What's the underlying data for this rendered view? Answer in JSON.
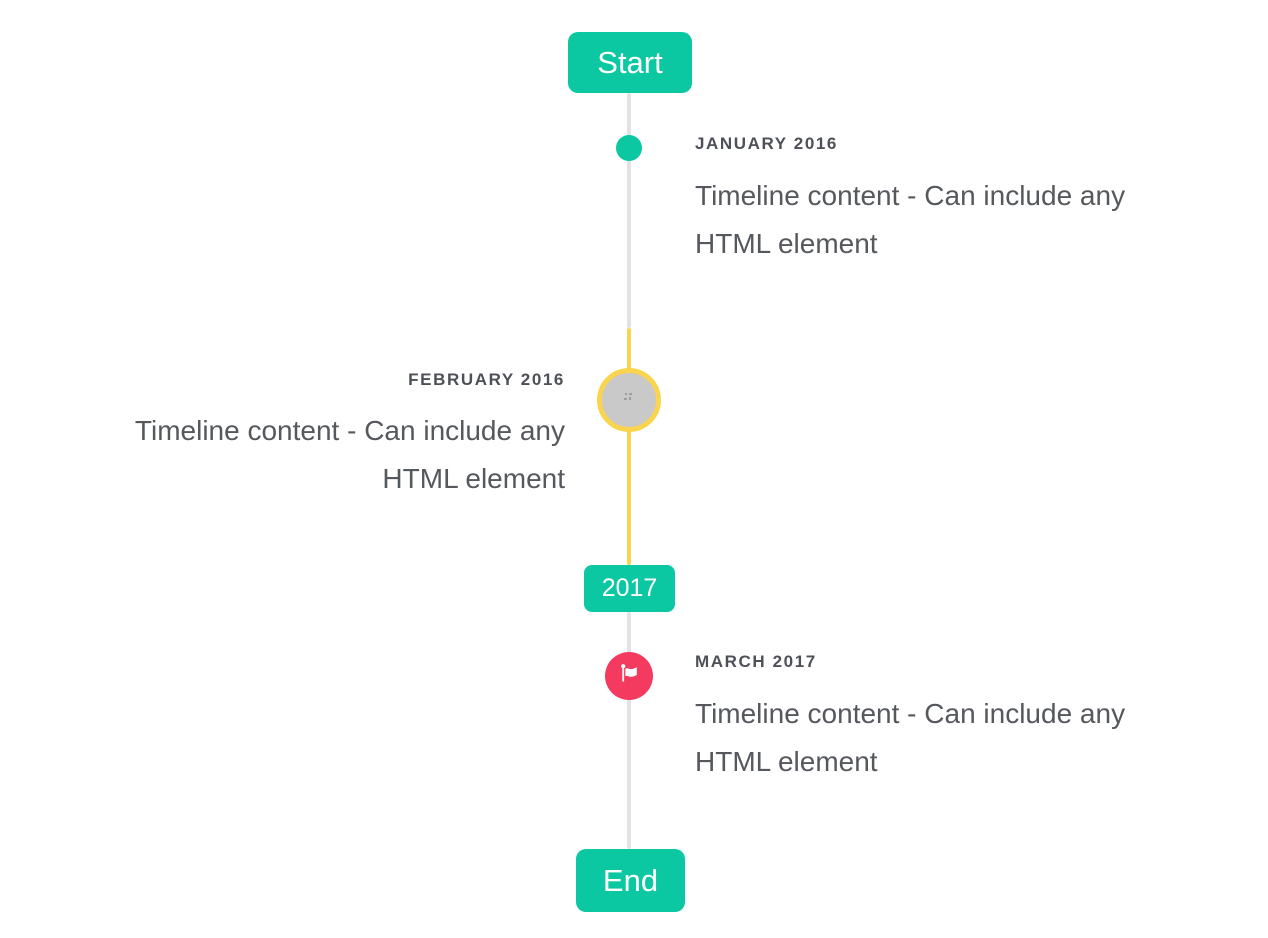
{
  "timeline": {
    "start_label": "Start",
    "year_label": "2017",
    "end_label": "End",
    "items": [
      {
        "title": "JANUARY 2016",
        "content_lines": [
          "Timeline content - Can include any",
          "HTML element"
        ],
        "side": "right",
        "marker": "dot"
      },
      {
        "title": "FEBRUARY 2016",
        "content_lines": [
          "Timeline content - Can include any",
          "HTML element"
        ],
        "side": "left",
        "marker": "broken-image"
      },
      {
        "title": "MARCH 2017",
        "content_lines": [
          "Timeline content - Can include any",
          "HTML element"
        ],
        "side": "right",
        "marker": "flag"
      }
    ]
  },
  "colors": {
    "accent_teal": "#0bc8a2",
    "highlight_yellow": "#fad44f",
    "flag_red": "#f43b5f",
    "marker_gray": "#c9c9c9",
    "line_gray": "#e2e2e2",
    "title_text": "#4d5057",
    "body_text": "#55585d",
    "badge_text": "#ffffff",
    "background": "#ffffff"
  }
}
